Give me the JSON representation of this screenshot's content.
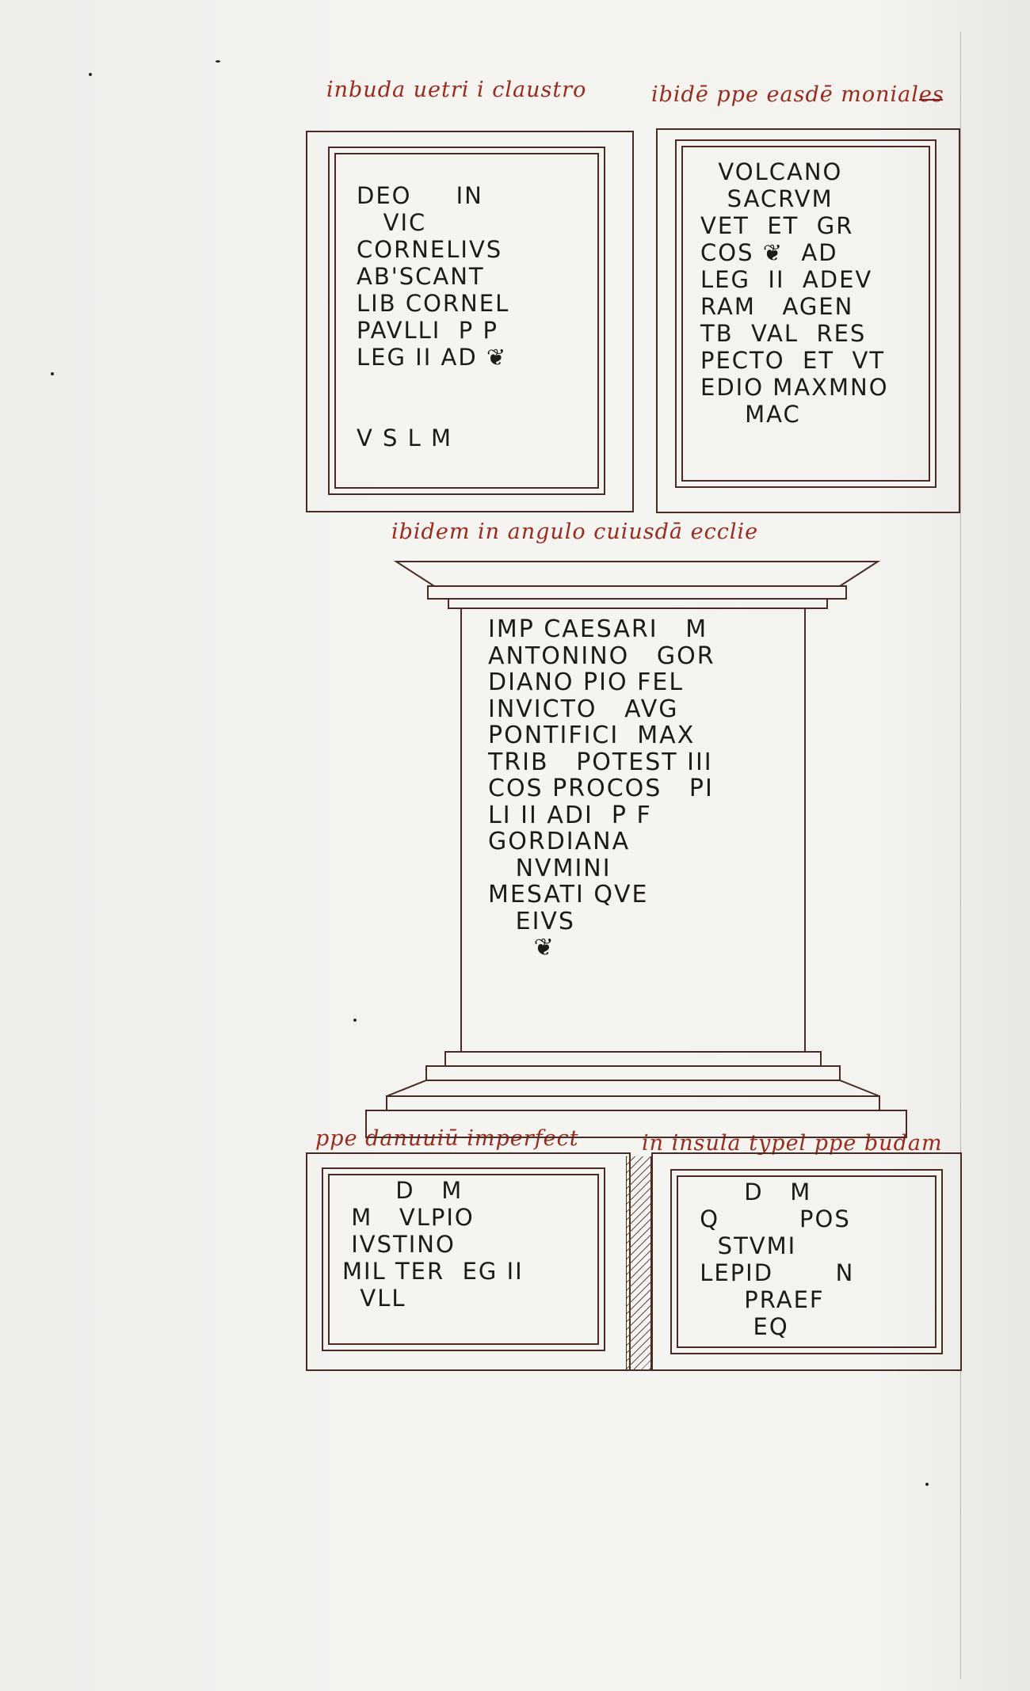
{
  "rubrics": {
    "top_left": "inbuda uetri i claustro",
    "top_right": "ibidē ppe easdē moniales",
    "middle": "ibidem in angulo cuiusdā ecclie",
    "bottom_left": "ppe danuuiū imperfect",
    "bottom_right": "in insula typel ppe budam"
  },
  "inscriptions": {
    "top_left": [
      "DEO     IN",
      "   VIC",
      "CORNELIVS",
      "AB'SCANT",
      "LIB CORNEL",
      "PAVLLI  P P",
      "LEG II AD ❦",
      "",
      "",
      "V S L M"
    ],
    "top_right": [
      "  VOLCANO",
      "   SACRVM",
      "VET  ET  GR",
      "COS ❦  AD",
      "LEG  II  ADEV",
      "RAM   AGEN",
      "TB  VAL  RES",
      "PECTO  ET  VT",
      "EDIO MAXMNO",
      "     MAC"
    ],
    "altar": [
      "IMP CAESARI   M",
      "ANTONINO   GOR",
      "DIANO PIO FEL",
      "INVICTO   AVG",
      "PONTIFICI  MAX",
      "TRIB   POTEST III",
      "COS PROCOS   PI",
      "LI II ADI  P F",
      "GORDIANA",
      "   NVMINI",
      "MESATI QVE",
      "   EIVS",
      "     ❦"
    ],
    "bottom_left": [
      "      D   M",
      " M   VLPIO",
      " IVSTINO",
      "MIL TER  EG II",
      "  VLL"
    ],
    "bottom_right": [
      "      D   M",
      " Q         POS",
      "   STVMI",
      " LEPID       N",
      "      PRAEF",
      "       EQ"
    ]
  }
}
